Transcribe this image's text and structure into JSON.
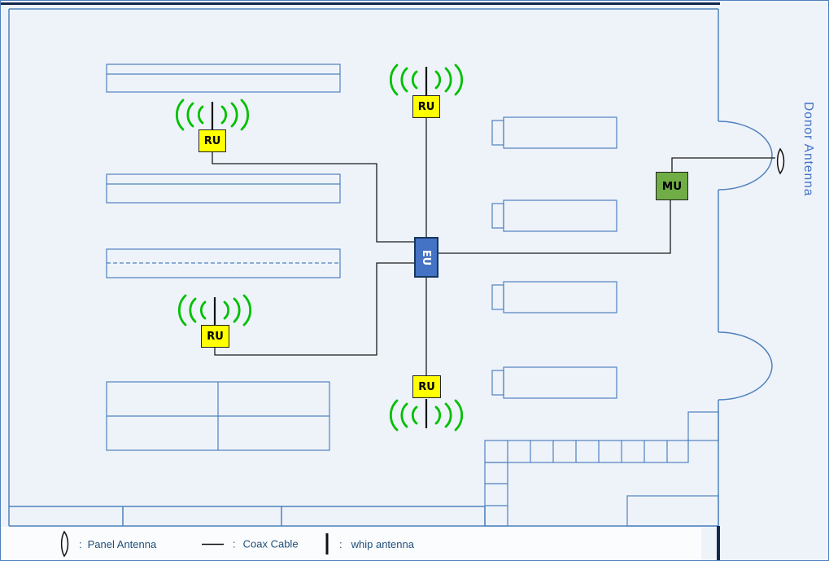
{
  "units": {
    "ru_labels": [
      "RU",
      "RU",
      "RU",
      "RU"
    ],
    "eu_label": "EU",
    "mu_label": "MU"
  },
  "donor_antenna_label": "Donor Antenna",
  "legend": {
    "separator": ":",
    "items": [
      {
        "icon": "panel-antenna-icon",
        "label": "Panel Antenna"
      },
      {
        "icon": "coax-cable-icon",
        "label": "Coax Cable"
      },
      {
        "icon": "whip-antenna-icon",
        "label": "whip antenna"
      }
    ]
  },
  "colors": {
    "bg": "#eef3fa",
    "wall": "#4f81bd",
    "cable": "#1a1a1a",
    "wireless": "#00c000",
    "ru-fill": "#ffff00",
    "eu-fill": "#4472c4",
    "mu-fill": "#70ad47",
    "donor-text": "#4472c4",
    "legend-text": "#1f4e79",
    "dark-bar": "#12284c"
  }
}
